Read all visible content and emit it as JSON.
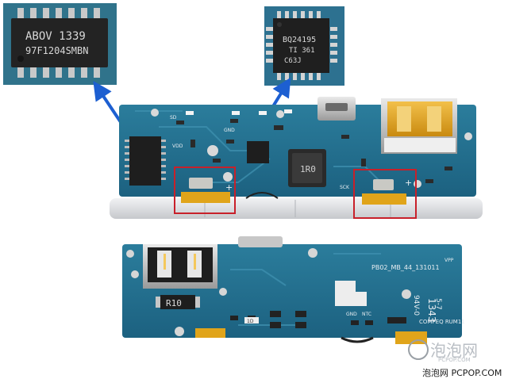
{
  "left_chip": {
    "line1": "ABOV 1339",
    "line2": "97F1204SMBN"
  },
  "right_chip": {
    "line1": "BQ24195",
    "line2": "TI 361",
    "line3": "C63J"
  },
  "inductor_label": "1R0",
  "resistor_label": "R10",
  "top_board_labels": {
    "sd": "SD",
    "vdd": "VDD",
    "gnd": "GND",
    "sck": "SCK",
    "plus_left": "+",
    "plus_right": "+"
  },
  "bottom_board_labels": {
    "part_no": "PB02_MB_44_131011",
    "vpp": "VPP",
    "gnd": "GND",
    "ntc": "NTC",
    "date_code": "1343",
    "rating": "94V-0",
    "rev": "5-7",
    "maker": "COMPEQ RUM11",
    "d1": "1D"
  },
  "watermark": {
    "cn": "泡泡网",
    "url": "PCPOP.COM",
    "caption": "泡泡网 PCPOP.COM"
  },
  "colors": {
    "pcb": "#1f6f8f",
    "highlight": "#c8202a",
    "arrow": "#1d5fd1",
    "solder_pad": "#c9c9c4",
    "kapton": "#e0a41a"
  }
}
